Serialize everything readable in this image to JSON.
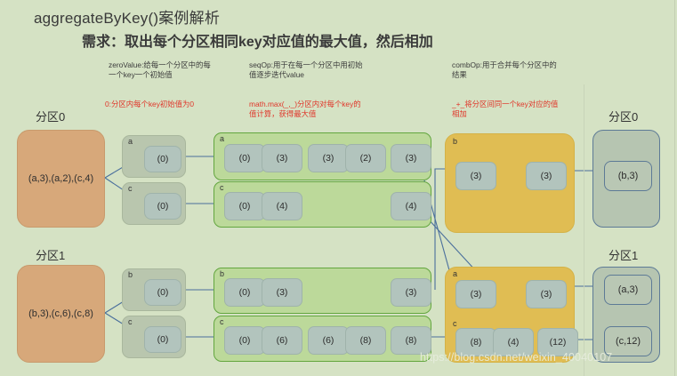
{
  "title": "aggregateByKey()案例解析",
  "subtitle": "需求：取出每个分区相同key对应值的最大值，然后相加",
  "notes": {
    "zero_black": "zeroValue:给每一个分区中的每一个key一个初始值",
    "zero_red": "0:分区内每个key初始值为0",
    "seq_black": "seqOp:用于在每一个分区中用初始值逐步迭代value",
    "seq_red": "math.max(_,_)分区内对每个key的值计算，获得最大值",
    "comb_black": "combOp:用于合并每个分区中的结果",
    "comb_red": "_+_将分区间同一个key对应的值相加"
  },
  "partitions": {
    "p0_label": "分区0",
    "p1_label": "分区1",
    "p0_source": "(a,3),(a,2),(c,4)",
    "p1_source": "(b,3),(c,6),(c,8)"
  },
  "zero_stage": {
    "p0": [
      {
        "key": "a",
        "value": "(0)"
      },
      {
        "key": "c",
        "value": "(0)"
      }
    ],
    "p1": [
      {
        "key": "b",
        "value": "(0)"
      },
      {
        "key": "c",
        "value": "(0)"
      }
    ]
  },
  "seq_stage": {
    "p0": [
      {
        "key": "a",
        "cells": [
          "(0)",
          "(3)",
          "(3)",
          "(2)",
          "(3)"
        ]
      },
      {
        "key": "c",
        "cells": [
          "(0)",
          "(4)",
          "(4)"
        ]
      }
    ],
    "p1": [
      {
        "key": "b",
        "cells": [
          "(0)",
          "(3)",
          "(3)"
        ]
      },
      {
        "key": "c",
        "cells": [
          "(0)",
          "(6)",
          "(6)",
          "(8)",
          "(8)"
        ]
      }
    ]
  },
  "comb_stage": {
    "top": {
      "key": "b",
      "cells": [
        "(3)",
        "(3)"
      ]
    },
    "bottom_a": {
      "key": "a",
      "cells": [
        "(3)",
        "(3)"
      ]
    },
    "bottom_c": {
      "key": "c",
      "cells": [
        "(8)",
        "(4)",
        "(12)"
      ]
    }
  },
  "results": {
    "p0_label": "分区0",
    "p1_label": "分区1",
    "p0": [
      "(b,3)"
    ],
    "p1": [
      "(a,3)",
      "(c,12)"
    ]
  },
  "watermark": "https://blog.csdn.net/weixin_40040107",
  "colors": {
    "background": "#d5e2c4",
    "source_box": "#d7a87a",
    "zero_group": "#b9c6ae",
    "seq_group": "#bcd99a",
    "seq_border": "#63a63f",
    "comb_group": "#e0bd53",
    "cell": "#b2c4bd",
    "arrow": "#4a6f9c",
    "note_red": "#e0362a",
    "result_border": "#5d7a96"
  }
}
